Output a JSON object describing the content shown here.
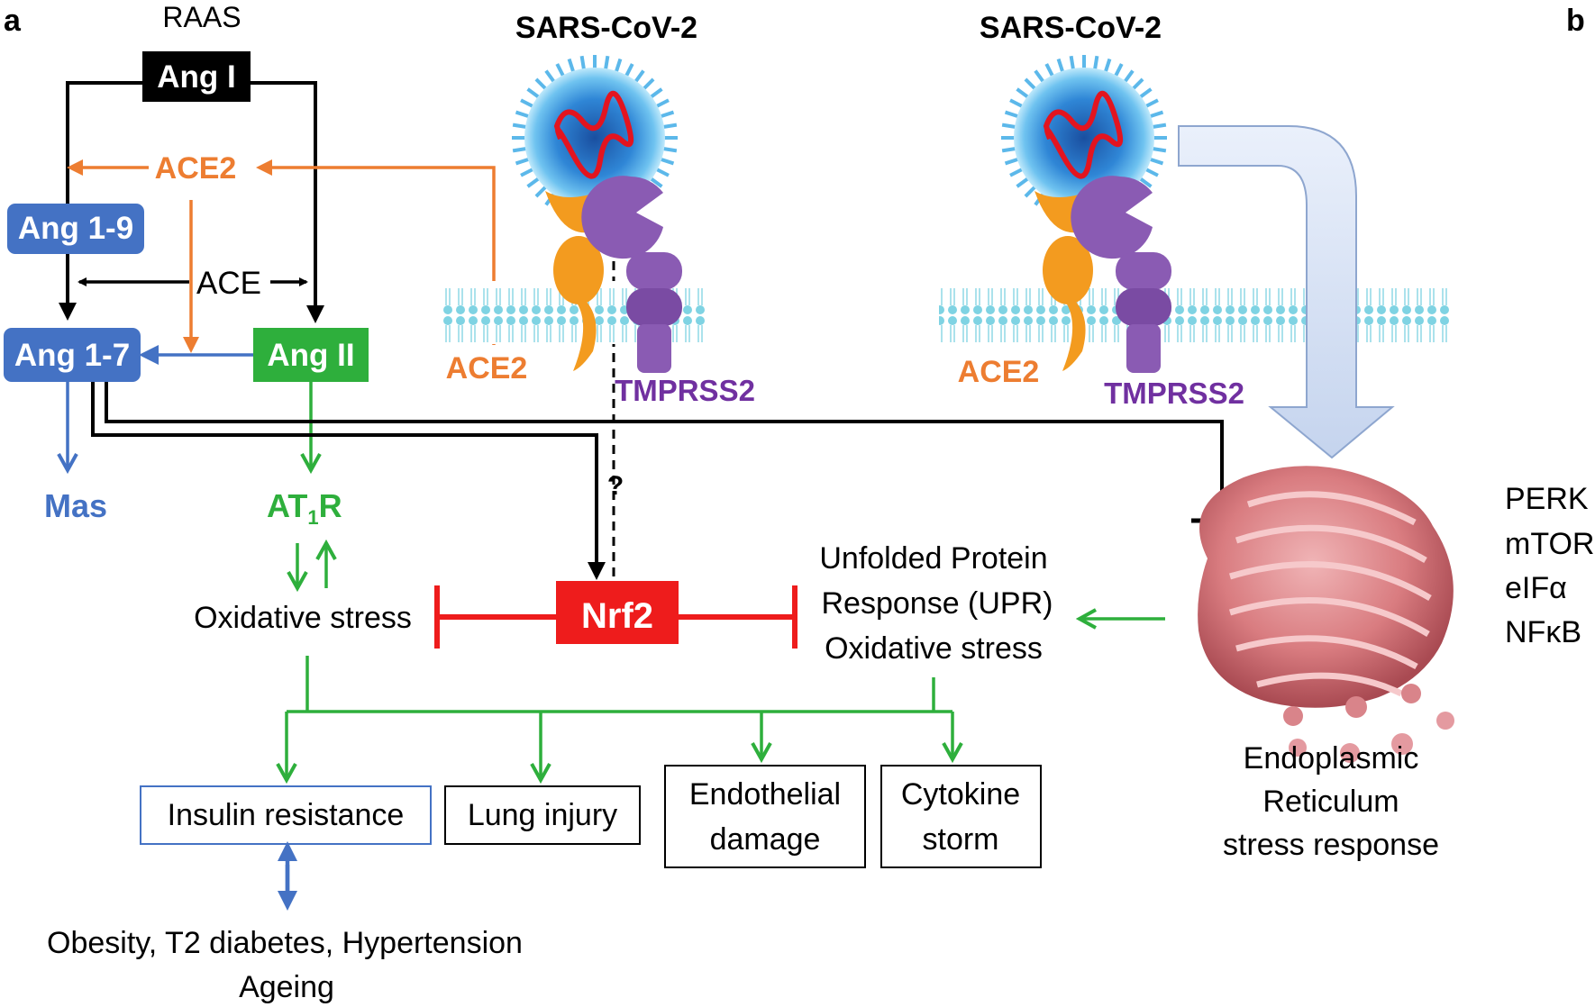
{
  "panels": {
    "left_letter": "a",
    "right_letter": "b"
  },
  "raas": {
    "title": "RAAS"
  },
  "nodes": {
    "ang1": "Ang I",
    "ace2_top": "ACE2",
    "ang19": "Ang 1-9",
    "ace": "ACE",
    "ang17": "Ang 1-7",
    "ang2": "Ang II",
    "mas": "Mas",
    "at1r_main": "AT",
    "at1r_sub": "1",
    "at1r_end": "R",
    "oxidative_left": "Oxidative stress",
    "nrf2": "Nrf2",
    "question": "?",
    "upr_line1": "Unfolded Protein",
    "upr_line2": "Response (UPR)",
    "upr_line3": "Oxidative stress"
  },
  "virus_left": {
    "title": "SARS-CoV-2",
    "ace2": "ACE2",
    "tmprss2": "TMPRSS2"
  },
  "virus_right": {
    "title": "SARS-CoV-2",
    "ace2": "ACE2",
    "tmprss2": "TMPRSS2"
  },
  "outcomes": {
    "insulin": "Insulin resistance",
    "lung": "Lung injury",
    "endo_1": "Endothelial",
    "endo_2": "damage",
    "cyto_1": "Cytokine",
    "cyto_2": "storm"
  },
  "diseases": {
    "line1": "Obesity, T2 diabetes, Hypertension",
    "line2": "Ageing"
  },
  "er": {
    "line1": "Endoplasmic",
    "line2": "Reticulum",
    "line3": "stress response"
  },
  "markers": [
    "PERK",
    "mTOR",
    "eIFα",
    "NFκB"
  ],
  "colors": {
    "black": "#000000",
    "orange": "#ED7D31",
    "blue_node": "#4472C4",
    "green": "#2EAF3C",
    "red": "#EE1C1C",
    "purple": "#7030A0"
  }
}
